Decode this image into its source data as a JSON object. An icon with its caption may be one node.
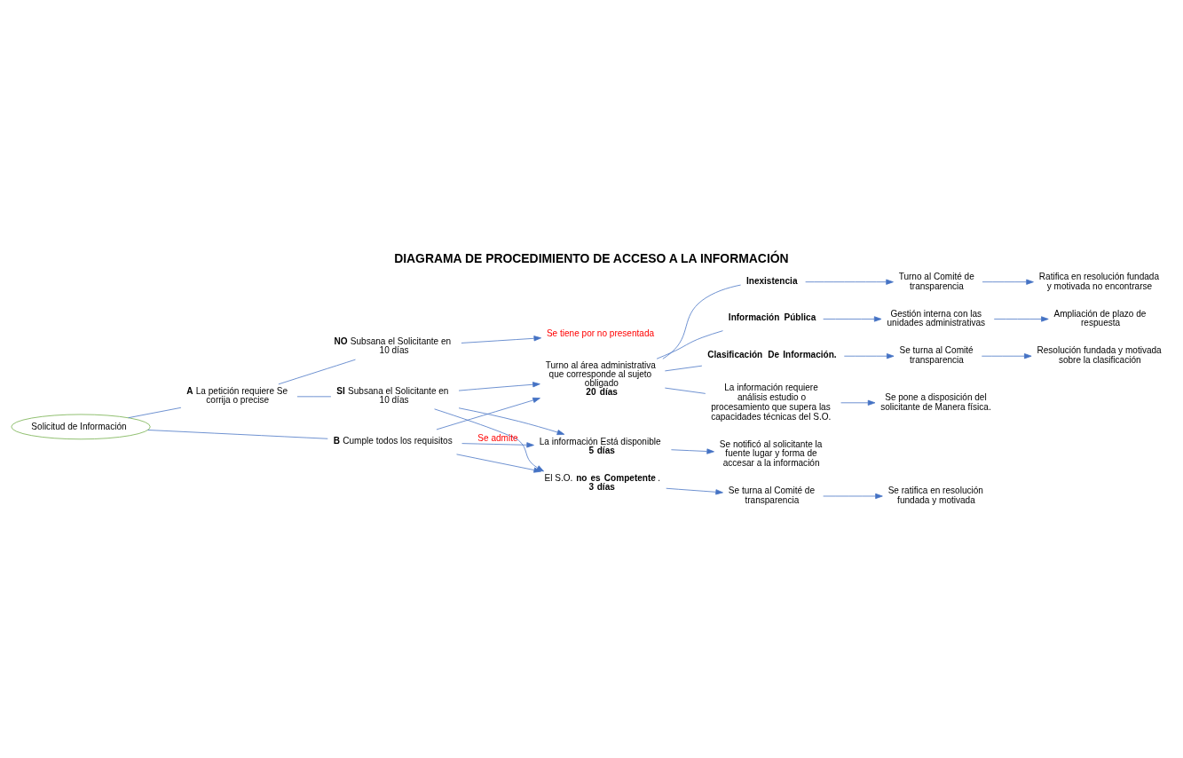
{
  "diagram": {
    "title": "DIAGRAMA DE PROCEDIMIENTO DE ACCESO A LA INFORMACIÓN",
    "nodes": [
      {
        "text": [
          "Solicitud de Información"
        ]
      },
      {
        "text": [
          "**A** La petición requiere Se corrija o precise"
        ]
      },
      {
        "text": [
          "**NO** Subsana el Solicitante en 10 días"
        ]
      },
      {
        "text": [
          "Se tiene por no presentada"
        ]
      },
      {
        "text": [
          "**SI** Subsana el Solicitante en 10 días"
        ]
      },
      {
        "text": [
          "**B** Cumple todos los requisitos"
        ]
      },
      {
        "text": [
          "La información Está disponible",
          "5 días"
        ]
      },
      {
        "text": [
          "Se notificó al solicitante la fuente lugar y forma de accesar a la información"
        ]
      },
      {
        "text": [
          "El S.O. **no es Competente**.",
          "3 días"
        ]
      },
      {
        "text": [
          "Se turna al Comité de transparencia"
        ]
      },
      {
        "text": [
          "Se ratifica en resolución fundada y motivada"
        ]
      },
      {
        "text": [
          "Turno al área administrativa que corresponde al sujeto obligado",
          "20 días"
        ]
      },
      {
        "text": [
          "Clasificación De Información."
        ]
      },
      {
        "text": [
          "Se turna al Comité transparencia"
        ]
      },
      {
        "text": [
          "Resolución fundada y motivada sobre la clasificación"
        ]
      },
      {
        "text": [
          "La información requiere análisis estudio o procesamiento que supera las capacidades técnicas del S.O."
        ]
      },
      {
        "text": [
          "Se pone a disposición del solicitante de Manera física."
        ]
      },
      {
        "text": [
          "Inexistencia"
        ]
      },
      {
        "text": [
          "Turno al Comité de transparencia"
        ]
      },
      {
        "text": [
          "Ratifica en resolución fundada y motivada no encontrarse"
        ]
      },
      {
        "text": [
          "Información Pública"
        ]
      },
      {
        "text": [
          "Gestión interna con las unidades administrativas"
        ]
      },
      {
        "text": [
          "Ampliación de plazo de respuesta"
        ]
      }
    ],
    "edges": [
      {
        "from": 0,
        "to": 1,
        "arrow": "none"
      },
      {
        "from": 0,
        "to": 5,
        "arrow": "none"
      },
      {
        "from": 1,
        "to": 2,
        "arrow": "none"
      },
      {
        "from": 1,
        "to": 4,
        "arrow": "none"
      },
      {
        "from": 2,
        "to": 3,
        "arrow": "to"
      },
      {
        "from": 4,
        "to": 6,
        "arrow": "to"
      },
      {
        "from": 4,
        "to": 8,
        "arrow": "to"
      },
      {
        "from": 4,
        "to": 11,
        "arrow": "to"
      },
      {
        "from": 5,
        "to": 6,
        "arrow": "to",
        "label": "Se admite"
      },
      {
        "from": 5,
        "to": 8,
        "arrow": "to"
      },
      {
        "from": 5,
        "to": 11,
        "arrow": "to"
      },
      {
        "from": 6,
        "to": 7,
        "arrow": "to"
      },
      {
        "from": 8,
        "to": 9,
        "arrow": "to"
      },
      {
        "from": 9,
        "to": 10,
        "arrow": "to"
      },
      {
        "from": 11,
        "to": 12,
        "arrow": "none"
      },
      {
        "from": 11,
        "to": 15,
        "arrow": "none"
      },
      {
        "from": 11,
        "to": 17,
        "arrow": "none"
      },
      {
        "from": 11,
        "to": 20,
        "arrow": "none"
      },
      {
        "from": 12,
        "to": 13,
        "arrow": "to"
      },
      {
        "from": 13,
        "to": 14,
        "arrow": "to"
      },
      {
        "from": 15,
        "to": 16,
        "arrow": "to"
      },
      {
        "from": 17,
        "to": 18,
        "arrow": "to"
      },
      {
        "from": 18,
        "to": 19,
        "arrow": "to"
      },
      {
        "from": 20,
        "to": 21,
        "arrow": "to"
      },
      {
        "from": 21,
        "to": 22,
        "arrow": "to"
      }
    ]
  }
}
